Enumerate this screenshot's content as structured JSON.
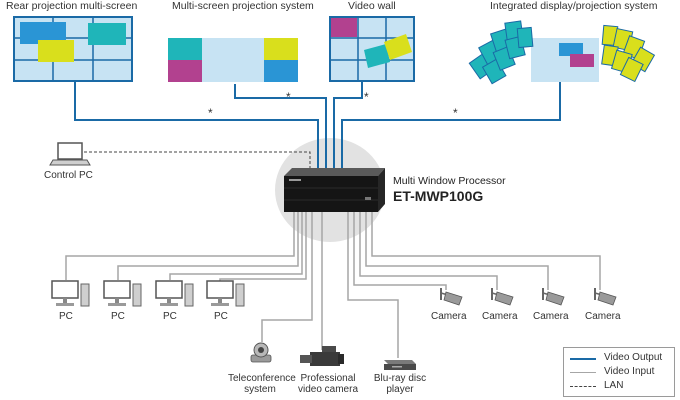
{
  "displays": {
    "rear_projection": "Rear projection multi-screen",
    "multi_screen_projection": "Multi-screen projection system",
    "video_wall": "Video wall",
    "integrated": "Integrated display/projection system"
  },
  "asterisk": "*",
  "control_pc": "Control PC",
  "processor": {
    "name": "Multi Window Processor",
    "model": "ET-MWP100G"
  },
  "inputs": {
    "pc_label": "PC",
    "camera_label": "Camera",
    "teleconference": [
      "Teleconference",
      "system"
    ],
    "professional_camera": [
      "Professional",
      "video camera"
    ],
    "bluray": [
      "Blu-ray disc",
      "player"
    ]
  },
  "legend": {
    "video_output": "Video Output",
    "video_input": "Video Input",
    "lan": "LAN"
  },
  "colors": {
    "video_output": "#1a6aa6",
    "video_input": "#a6a6a6",
    "lan": "#444444",
    "cyan": "#1fb5b9",
    "yellow": "#d9df1c",
    "magenta": "#b2418f",
    "blue": "#2a95d5",
    "screen_bg": "#c7e3f3"
  }
}
